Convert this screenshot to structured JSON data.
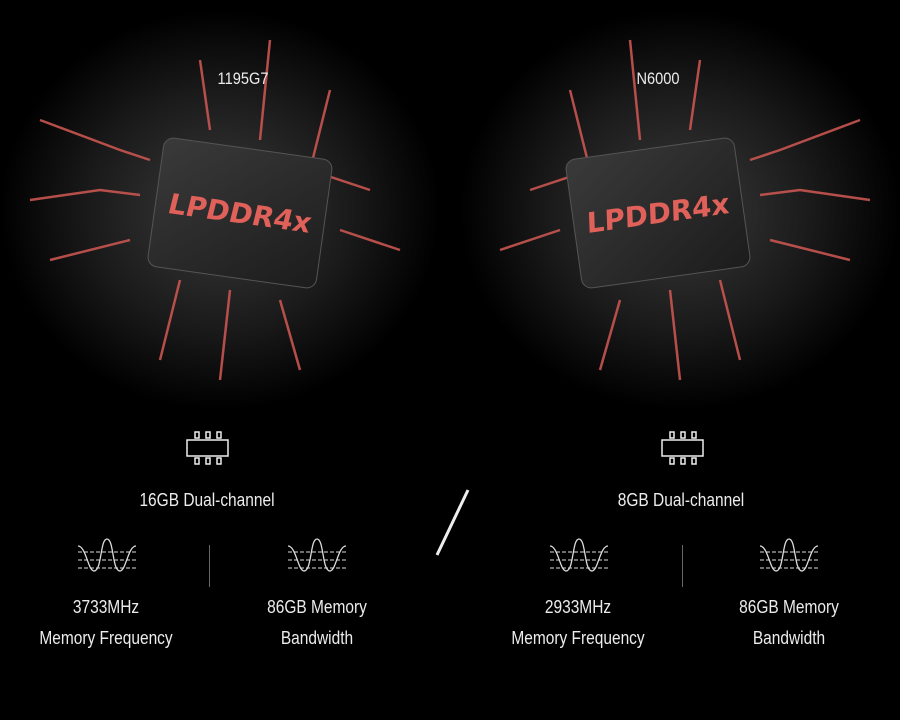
{
  "left": {
    "title": "1195G7",
    "chip_label": "LPDDR4x",
    "capacity": "16GB Dual-channel",
    "frequency_value": "3733MHz",
    "frequency_label": "Memory Frequency",
    "bandwidth_value": "86GB Memory",
    "bandwidth_label": "Bandwidth"
  },
  "right": {
    "title": "N6000",
    "chip_label": "LPDDR4x",
    "capacity": "8GB Dual-channel",
    "frequency_value": "2933MHz",
    "frequency_label": "Memory Frequency",
    "bandwidth_value": "86GB Memory",
    "bandwidth_label": "Bandwidth"
  },
  "colors": {
    "accent": "#e0605a",
    "background": "#000000",
    "text": "#ececec"
  }
}
